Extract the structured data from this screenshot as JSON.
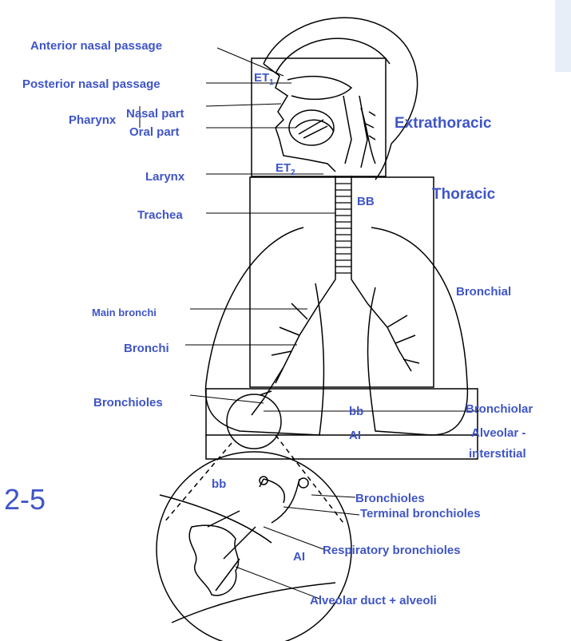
{
  "slide_number": "2-5",
  "labels": {
    "anterior_nasal_passage": "Anterior nasal passage",
    "posterior_nasal_passage": "Posterior nasal passage",
    "pharynx": "Pharynx",
    "nasal_part": "Nasal part",
    "oral_part": "Oral part",
    "larynx": "Larynx",
    "trachea": "Trachea",
    "main_bronchi": "Main bronchi",
    "bronchi": "Bronchi",
    "bronchioles": "Bronchioles",
    "et1_text": "ET",
    "et1_sub": "1",
    "et2_text": "ET",
    "et2_sub": "2",
    "bb_upper": "BB",
    "bb_lower": "bb",
    "ai_lower": "AI",
    "extrathoracic": "Extrathoracic",
    "thoracic": "Thoracic",
    "bronchial": "Bronchial",
    "bronchiolar": "Bronchiolar",
    "alveolar_interstitial_1": "Alveolar -",
    "alveolar_interstitial_2": "interstitial",
    "inset_bb": "bb",
    "inset_ai": "AI",
    "inset_bronchioles": "Bronchioles",
    "inset_terminal_bronchioles": "Terminal bronchioles",
    "inset_respiratory_bronchioles": "Respiratory bronchioles",
    "inset_alveolar_duct": "Alveolar duct + alveoli"
  },
  "colors": {
    "label": "#3f55c7",
    "line": "#000000",
    "corner": "#e7eef8"
  }
}
